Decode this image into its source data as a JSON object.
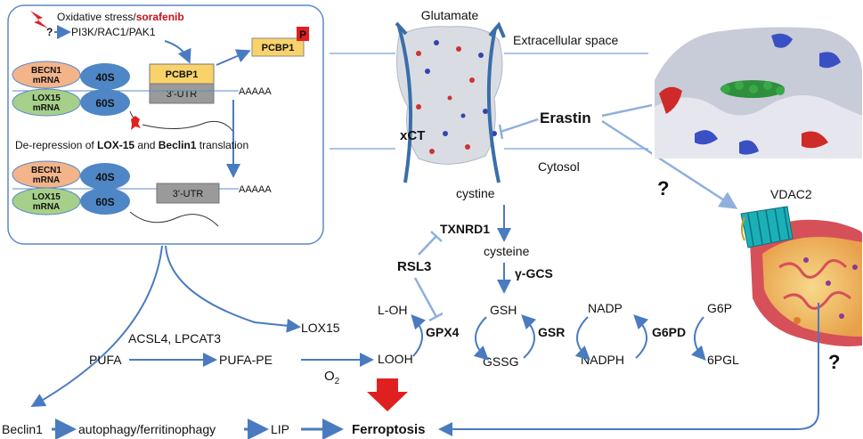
{
  "box": {
    "stress_text": "Oxidative stress/",
    "sorafenib": "sorafenib",
    "question": "?",
    "pathway": "PI3K/RAC1/PAK1",
    "pcbp1_left": "PCBP1",
    "pcbp1_right": "PCBP1",
    "phospho": "P",
    "becn1_mrna_l1": "BECN1",
    "becn1_mrna_l2": "mRNA",
    "lox15_mrna_l1": "LOX15",
    "lox15_mrna_l2": "mRNA",
    "ribo_40s": "40S",
    "ribo_60s": "60S",
    "utr": "3'-UTR",
    "polya": "AAAAA",
    "derepression_prefix": "De-repression of ",
    "derepression_lox": "LOX-15",
    "derepression_and": " and ",
    "derepression_beclin": "Beclin1",
    "derepression_suffix": " translation",
    "becn1_mrna_b_l1": "BECN1",
    "becn1_mrna_b_l2": "mRNA",
    "lox15_mrna_b_l1": "LOX15",
    "lox15_mrna_b_l2": "mRNA",
    "ribo_40s_b": "40S",
    "ribo_60s_b": "60S",
    "utr_b": "3'-UTR",
    "polya_b": "AAAAA"
  },
  "membrane": {
    "glutamate": "Glutamate",
    "extracellular": "Extracellular space",
    "cytosol": "Cytosol",
    "xct": "xCT",
    "erastin": "Erastin",
    "vdac2": "VDAC2",
    "question_mid": "?",
    "question_low": "?"
  },
  "pathway": {
    "cystine": "cystine",
    "txnrd1": "TXNRD1",
    "cysteine": "cysteine",
    "rsl3": "RSL3",
    "ggcs": "γ-GCS",
    "loh": "L-OH",
    "looh": "LOOH",
    "gpx4": "GPX4",
    "gsh": "GSH",
    "gssg": "GSSG",
    "gsr": "GSR",
    "nadp": "NADP",
    "nadph": "NADPH",
    "g6pd": "G6PD",
    "g6p": "G6P",
    "pgl": "6PGL",
    "lox15": "LOX15",
    "acsl4": "ACSL4,  LPCAT3",
    "pufa": "PUFA",
    "pufa_pe": "PUFA-PE",
    "o2": "O",
    "o2_sub": "2",
    "beclin1": "Beclin1",
    "autophagy": "autophagy/ferritinophagy",
    "lip": "LIP",
    "ferroptosis": "Ferroptosis"
  },
  "colors": {
    "red": "#c0141c",
    "green": "#2fb34a",
    "purple": "#7a3aa0",
    "blue_arrow": "#5b8ac7",
    "light_blue": "#8fb0dd",
    "ribo_blue": "#4f86c6",
    "mrna_orange": "#f3b48a",
    "mrna_green": "#a6d08a",
    "pcbp1_yellow": "#f9d36a",
    "utr_gray": "#9a9a9a"
  }
}
